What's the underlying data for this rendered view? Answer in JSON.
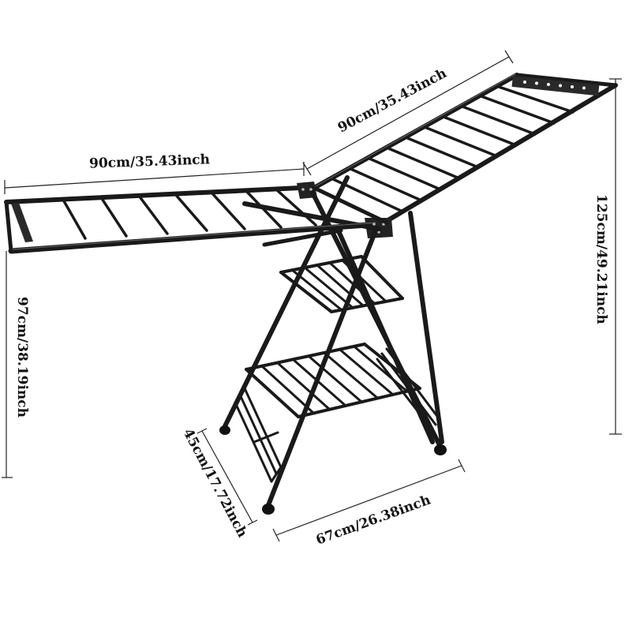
{
  "dimensions": {
    "left_wing_width": "90cm/35.43inch",
    "right_wing_width": "90cm/35.43inch",
    "total_height": "125cm/49.21inch",
    "wing_height": "97cm/38.19inch",
    "base_depth": "45cm/17.72inch",
    "base_width": "67cm/26.38inch"
  },
  "colors": {
    "background": "#ffffff",
    "frame": "#1a1a1a",
    "dimension_lines": "#222222"
  }
}
